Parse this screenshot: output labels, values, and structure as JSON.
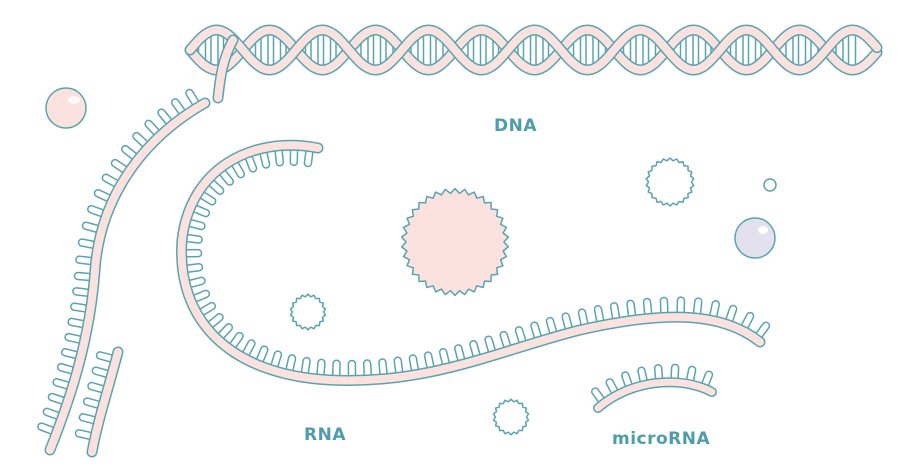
{
  "labels": {
    "dna": "DNA",
    "rna": "RNA",
    "microrna": "microRNA"
  },
  "colors": {
    "outline": "#5aa3b0",
    "fill": "#fbe2de",
    "text": "#4f9cab",
    "sphere": "#e4e1ee"
  }
}
